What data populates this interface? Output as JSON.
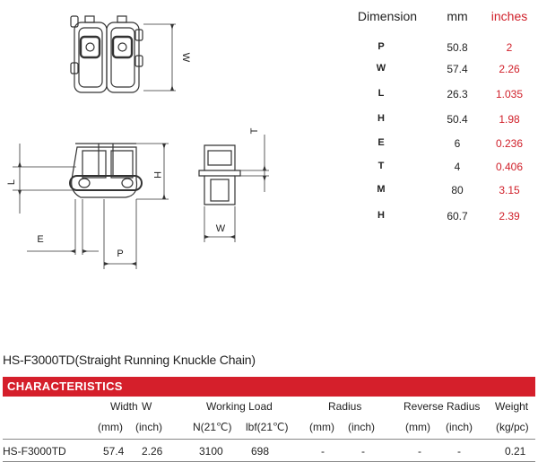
{
  "dimensions": {
    "headers": {
      "label": "Dimension",
      "mm": "mm",
      "inches": "inches"
    },
    "rows": [
      {
        "label": "P",
        "mm": "50.8",
        "inches": "2"
      },
      {
        "label": "W",
        "mm": "57.4",
        "inches": "2.26"
      },
      {
        "label": "L",
        "mm": "26.3",
        "inches": "1.035"
      },
      {
        "label": "H",
        "mm": "50.4",
        "inches": "1.98"
      },
      {
        "label": "E",
        "mm": "6",
        "inches": "0.236"
      },
      {
        "label": "T",
        "mm": "4",
        "inches": "0.406"
      },
      {
        "label": "M",
        "mm": "80",
        "inches": "3.15"
      },
      {
        "label": "H",
        "mm": "60.7",
        "inches": "2.39"
      }
    ]
  },
  "drawing_labels": {
    "w_top": "W",
    "l": "L",
    "h": "H",
    "e": "E",
    "p": "P",
    "t": "T",
    "w_bottom": "W"
  },
  "product_title": "HS-F3000TD(Straight Running Knuckle Chain)",
  "characteristics": {
    "title": "CHARACTERISTICS",
    "headers": {
      "width": "Width",
      "w": "W",
      "working_load": "Working Load",
      "radius": "Radius",
      "reverse_radius": "Reverse Radius",
      "weight": "Weight",
      "width_mm": "(mm)",
      "w_inch": "(inch)",
      "n": "N(21℃)",
      "lbf": "lbf(21℃)",
      "radius_mm": "(mm)",
      "radius_inch": "(inch)",
      "rev_mm": "(mm)",
      "rev_inch": "(inch)",
      "weight_unit": "(kg/pc)"
    },
    "row": {
      "model": "HS-F3000TD",
      "width_mm": "57.4",
      "w_inch": "2.26",
      "n": "3100",
      "lbf": "698",
      "radius_mm": "-",
      "radius_inch": "-",
      "rev_mm": "-",
      "rev_inch": "-",
      "weight": "0.21"
    }
  },
  "colors": {
    "accent": "#d51f2b",
    "inches_text": "#d0202a"
  }
}
